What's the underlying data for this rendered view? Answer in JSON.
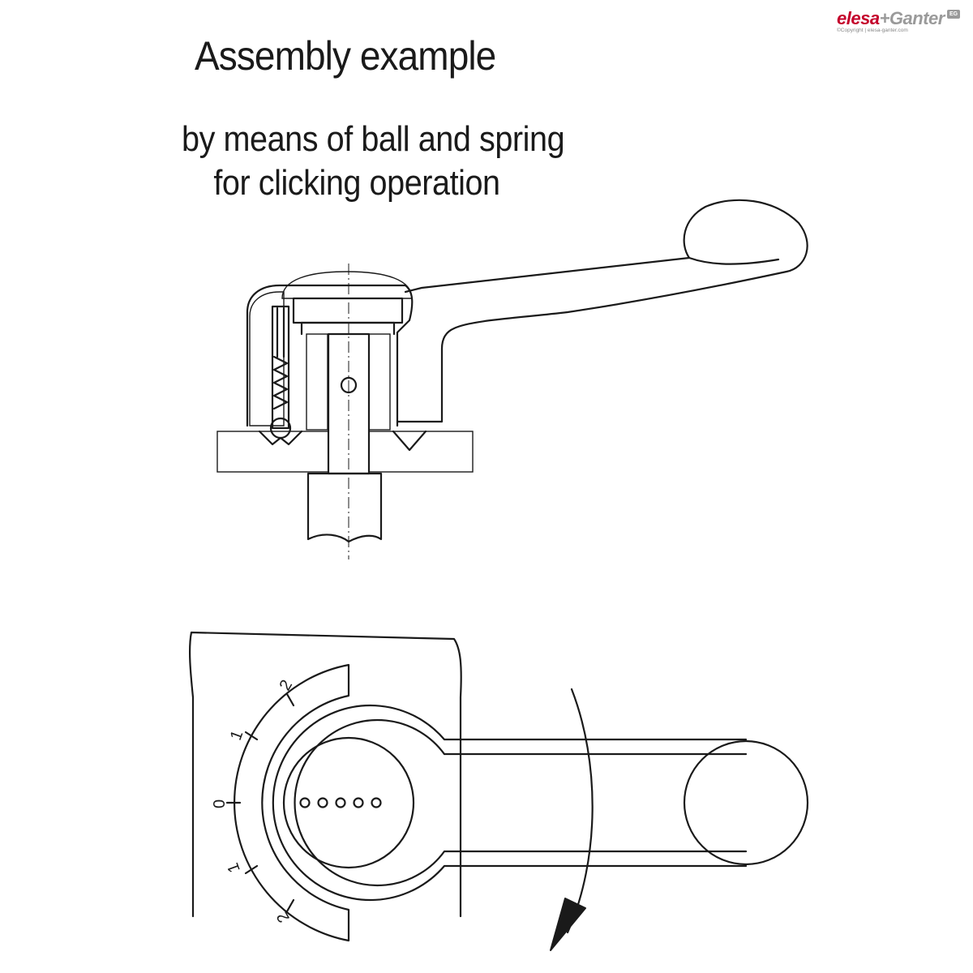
{
  "header": {
    "title": "Assembly example",
    "subtitle_line1": "by means of ball and spring",
    "subtitle_line2": "for clicking operation"
  },
  "brand": {
    "name_part1": "elesa",
    "name_part2": "+Ganter",
    "badge": "EG",
    "copyright": "©Copyright | elesa-ganter.com",
    "accent_color": "#c4002b",
    "grey_color": "#9a9a9a"
  },
  "scale": {
    "labels": [
      "2",
      "1",
      "0",
      "1",
      "2"
    ]
  },
  "icons": {
    "section": "lever-cross-section-icon",
    "top_view": "lever-top-view-icon",
    "arrow": "rotation-arrow-icon"
  }
}
